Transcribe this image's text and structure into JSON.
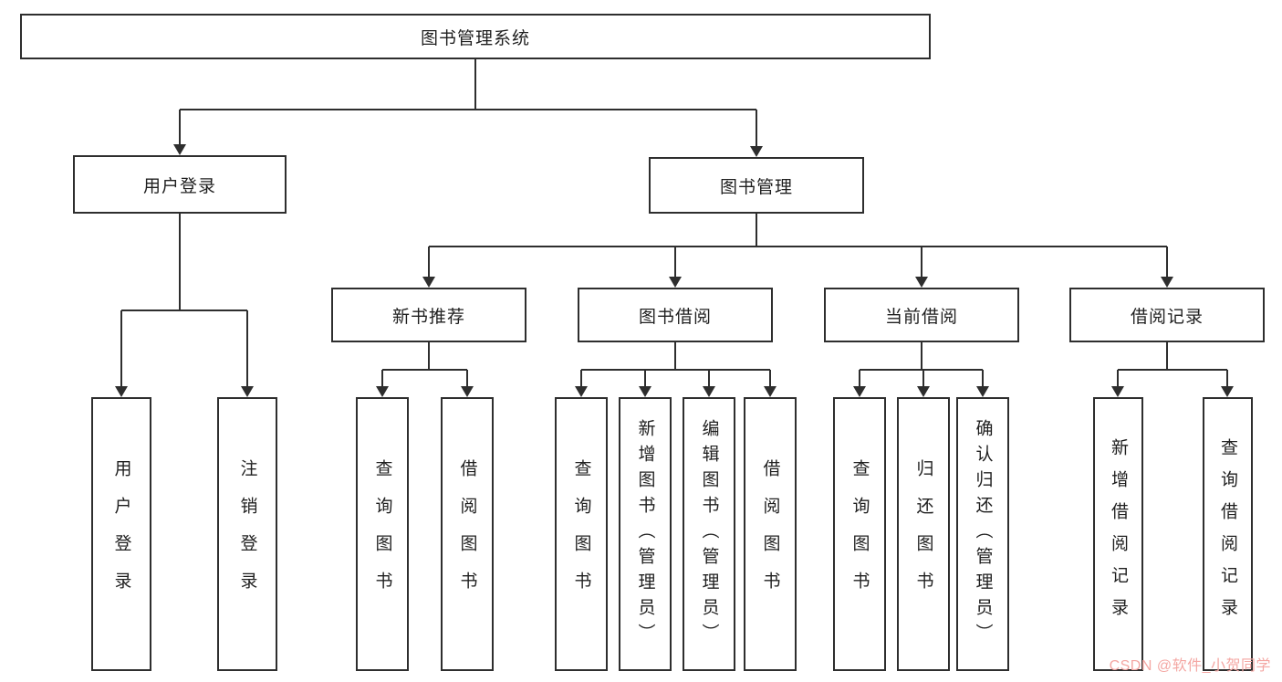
{
  "tree": {
    "root": "图书管理系统",
    "user_login": {
      "label": "用户登录",
      "leaves": [
        "用户登录",
        "注销登录"
      ]
    },
    "book_mgmt": {
      "label": "图书管理",
      "groups": [
        {
          "label": "新书推荐",
          "leaves": [
            "查询图书",
            "借阅图书"
          ]
        },
        {
          "label": "图书借阅",
          "leaves": [
            "查询图书",
            "新增图书（管理员）",
            "编辑图书（管理员）",
            "借阅图书"
          ]
        },
        {
          "label": "当前借阅",
          "leaves": [
            "查询图书",
            "归还图书",
            "确认归还（管理员）"
          ]
        },
        {
          "label": "借阅记录",
          "leaves": [
            "新增借阅记录",
            "查询借阅记录"
          ]
        }
      ]
    }
  },
  "watermark": "CSDN @软件_小贺同学",
  "colors": {
    "line": "#2e2e2e",
    "box_border": "#2e2e2e",
    "watermark": "#f4a7a3"
  }
}
